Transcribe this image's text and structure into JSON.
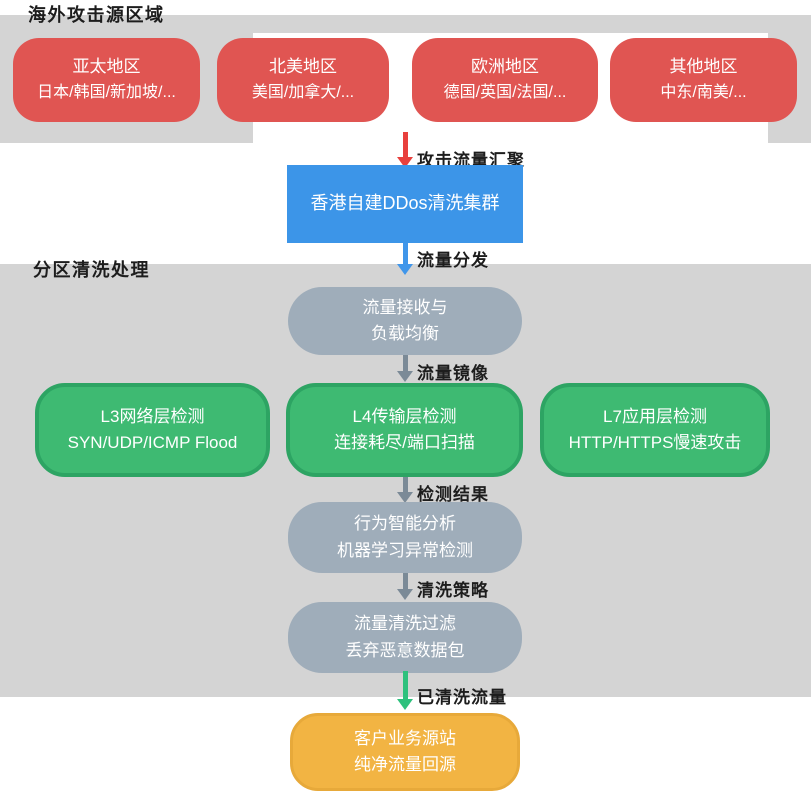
{
  "diagram": {
    "section_overseas": {
      "title": "海外攻击源区域",
      "regions": [
        {
          "name": "亚太地区",
          "detail": "日本/韩国/新加坡/..."
        },
        {
          "name": "北美地区",
          "detail": "美国/加拿大/..."
        },
        {
          "name": "欧洲地区",
          "detail": "德国/英国/法国/..."
        },
        {
          "name": "其他地区",
          "detail": "中东/南美/..."
        }
      ]
    },
    "cluster_node": {
      "label": "香港自建DDos清洗集群"
    },
    "section_cleaning": {
      "title": "分区清洗处理",
      "receive_node": {
        "line1": "流量接收与",
        "line2": "负载均衡"
      },
      "detect_nodes": [
        {
          "line1": "L3网络层检测",
          "line2": "SYN/UDP/ICMP Flood"
        },
        {
          "line1": "L4传输层检测",
          "line2": "连接耗尽/端口扫描"
        },
        {
          "line1": "L7应用层检测",
          "line2": "HTTP/HTTPS慢速攻击"
        }
      ],
      "analysis_node": {
        "line1": "行为智能分析",
        "line2": "机器学习异常检测"
      },
      "filter_node": {
        "line1": "流量清洗过滤",
        "line2": "丢弃恶意数据包"
      }
    },
    "origin_node": {
      "line1": "客户业务源站",
      "line2": "纯净流量回源"
    },
    "flow_labels": {
      "aggregate": "攻击流量汇聚",
      "distribute": "流量分发",
      "mirror": "流量镜像",
      "detect_result": "检测结果",
      "clean_policy": "清洗策略",
      "cleaned": "已清洗流量"
    },
    "colors": {
      "band": "#d4d4d4",
      "red-box": "#e05552",
      "red-arrow": "#e8403d",
      "blue-box": "#3c95e8",
      "blue-arrow": "#4096ea",
      "slate-box": "#9fadba",
      "slate-arrow": "#7b8a97",
      "green-fill": "#3eba72",
      "green-border": "#2da463",
      "green-arrow": "#2ec17d",
      "yellow-fill": "#f2b443",
      "yellow-border": "#e7a93a",
      "label-text": "#1d1d1d"
    }
  }
}
